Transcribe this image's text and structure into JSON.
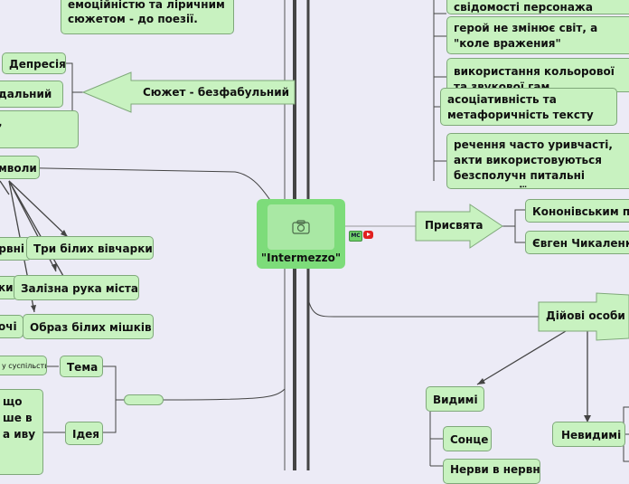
{
  "central": {
    "title": "\"Intermezzo\"",
    "image_icon": "camera-icon"
  },
  "badges": {
    "mc": "MC",
    "video": "youtube-icon"
  },
  "left": {
    "poetry_note": "емоційністю та ліричним сюжетом - до поезії.",
    "plot_label": "Сюжет - безфабульний",
    "depression": "Депресія",
    "dalnyi": "дальний",
    "comma": ",",
    "symbols": "мволи",
    "rvni": "рвні",
    "three_sheepdogs": "Три білих вівчарки",
    "ky": "ки",
    "iron_hand": "Залізна рука міста",
    "ochi": "очі",
    "white_bags": "Образ білих мішків",
    "society": "у суспільстві",
    "theme": "Тема",
    "idea_text": "що ше в а иву",
    "idea": "Ідея"
  },
  "right": {
    "psych_state": "свідомості персонажа",
    "hero_world": "герой не змінює світ, а \"коле вражения\"",
    "color_sound": "використання кольорової та звукової гам",
    "associative": "асоціативність та метафоричність тексту",
    "sentences": "речення часто уривчасті, акти використовуються безсполучн питальні конструкції.",
    "dedication": "Присвята",
    "kononivskym": "Кононівським по",
    "chykalenko": "Євген Чикаленк",
    "characters": "Дійові особи",
    "visible": "Видимі",
    "sun": "Сонце",
    "nerves": "Нерви в нервн",
    "invisible": "Невидимі"
  }
}
